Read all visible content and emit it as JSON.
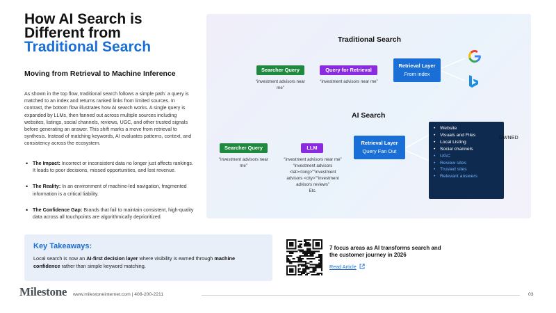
{
  "header": {
    "title_line1": "How AI Search is",
    "title_line2": "Different from",
    "title_highlight": "Traditional Search",
    "subtitle": "Moving from Retrieval to Machine Inference",
    "intro": "As shown in the top flow, traditional search follows a simple path: a query is matched to an index and returns ranked links from limited sources. In contrast, the bottom flow illustrates how AI search works. A single query is expanded by LLMs, then fanned out across multiple sources including websites, listings, social channels, reviews, UGC, and other trusted signals before generating an answer. This shift marks a move from retrieval to synthesis. Instead of matching keywords, AI evaluates patterns, context, and consistency across the ecosystem."
  },
  "bullets": [
    {
      "label": "The Impact:",
      "text": "  Incorrect or inconsistent data no longer just affects rankings. It leads to poor decisions, missed opportunities, and lost revenue."
    },
    {
      "label": "The Reality:",
      "text": " In an environment of machine-led navigation, fragmented information is a critical liability."
    },
    {
      "label": "The Confidence Gap:",
      "text": " Brands that fail to maintain consistent, high-quality data across all touchpoints are algorithmically deprioritized."
    }
  ],
  "diagram": {
    "traditional": {
      "label": "Traditional Search",
      "searcher_query": "Searcher Query",
      "searcher_query_text": "“investment advisors near me”",
      "query_for_retrieval": "Query for Retrieval",
      "query_for_retrieval_text": "“investment advisors near me”",
      "retrieval_title": "Retrieval Layer",
      "retrieval_sub": "From index"
    },
    "ai": {
      "label": "AI Search",
      "searcher_query": "Searcher Query",
      "searcher_query_text": "“investment advisors near me”",
      "llm": "LLM",
      "llm_text_1": "“investment advisors near me”",
      "llm_text_2": "“investment advisors",
      "llm_text_3": "<lat><long>”“investment",
      "llm_text_4": "advisors <city>”“investment",
      "llm_text_5": "advisors reviews”",
      "llm_text_6": "Etc.",
      "retrieval_title": "Retrieval Layer",
      "retrieval_sub": "Query Fan Out",
      "sources": [
        "Website",
        "Visuals and Files",
        "Local Listing",
        "Social channels",
        "UGC",
        "Review sites",
        "Trusted sites",
        "Relevant answers"
      ],
      "owned_label": "OWNED"
    }
  },
  "takeaways": {
    "heading": "Key Takeaways:",
    "text_1": "Local search is now an ",
    "bold_1": "AI-first decision layer",
    "text_2": " where visibility is earned through ",
    "bold_2": "machine confidence",
    "text_3": " rather than simple keyword matching."
  },
  "promo": {
    "title": "7 focus areas as AI transforms search and the customer journey in 2026",
    "link": "Read Article"
  },
  "footer": {
    "logo": "Milestone",
    "contact": "www.milestoneinternet.com  |  408-200-2211",
    "page": "03"
  },
  "colors": {
    "accent": "#1a6fd6",
    "green": "#1f8a3f",
    "purple": "#8a2be2",
    "navy": "#0e2a4f",
    "highlight": "#6fb3ff"
  }
}
